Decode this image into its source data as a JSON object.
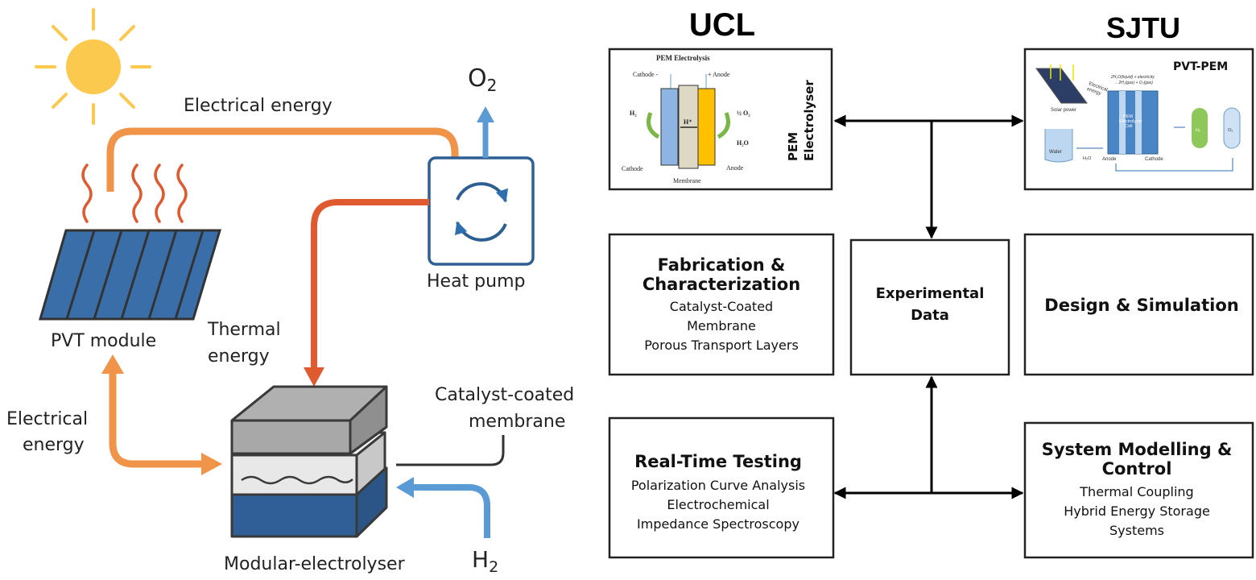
{
  "left": {
    "electrical_energy_top": "Electrical energy",
    "o2_label": "O",
    "o2_sub": "2",
    "heat_pump": "Heat pump",
    "pvt_module": "PVT module",
    "thermal_energy": [
      "Thermal",
      "energy"
    ],
    "electrical_energy_left": [
      "Electrical",
      "energy"
    ],
    "catalyst_membrane": [
      "Catalyst-coated",
      "membrane"
    ],
    "electrolyser": "Modular-electrolyser",
    "h2_label": "H",
    "h2_sub": "2"
  },
  "right": {
    "ucl": "UCL",
    "sjtu": "SJTU",
    "ucl_image": {
      "title": "PEM Electrolysis",
      "cathode_minus": "Cathode -",
      "anode_plus": "+ Anode",
      "h2": "H₂",
      "half_o2": "½ O₂",
      "h2o": "H₂O",
      "hplus": "H⁺",
      "cathode": "Cathode",
      "anode": "Anode",
      "membrane": "Membrane",
      "side_label": [
        "PEM",
        "Electrolyser"
      ]
    },
    "sjtu_image": {
      "title": "PVT-PEM",
      "solar_power": "Solar power",
      "electrical_energy": [
        "Electrical",
        "energy"
      ],
      "reaction": [
        "2H₂O(liquid) + electricity",
        "→ 2H₂(gas) + O₂(gas)"
      ],
      "cell": [
        "PEM",
        "Electrolyzer",
        "Cell"
      ],
      "water": "Water",
      "h2o": "H₂O",
      "anode": "Anode",
      "cathode": "Cathode",
      "h2": "H₂",
      "o2": "O₂"
    },
    "fabrication": {
      "title": [
        "Fabrication &",
        "Characterization"
      ],
      "lines": [
        "Catalyst-Coated",
        "Membrane",
        "Porous Transport Layers"
      ]
    },
    "experimental": {
      "title": [
        "Experimental",
        "Data"
      ]
    },
    "design": {
      "title": "Design & Simulation"
    },
    "testing": {
      "title": "Real-Time Testing",
      "lines": [
        "Polarization Curve Analysis",
        "Electrochemical",
        "Impedance Spectroscopy"
      ]
    },
    "modelling": {
      "title": [
        "System Modelling &",
        "Control"
      ],
      "lines": [
        "Thermal Coupling",
        "Hybrid Energy Storage",
        "Systems"
      ]
    }
  },
  "colors": {
    "orange": "#f0944a",
    "red": "#e05a30",
    "blue_arrow": "#5b9bd5",
    "panel_blue": "#3a6ea8",
    "sun": "#fcc94f"
  }
}
